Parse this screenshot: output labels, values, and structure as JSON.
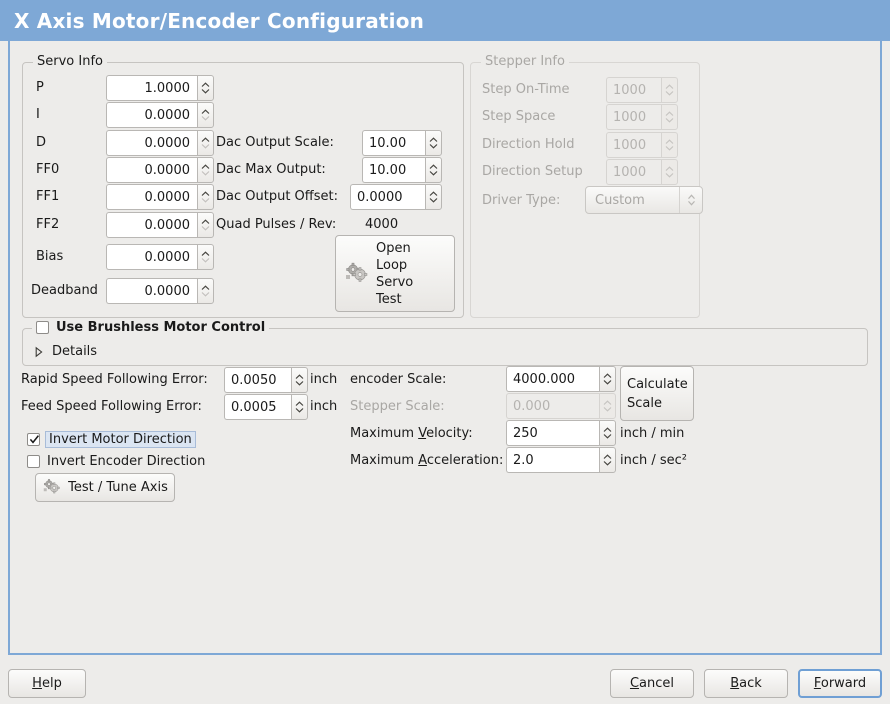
{
  "window": {
    "title": "X Axis Motor/Encoder Configuration",
    "title_bg": "#7ea8d6",
    "panel_border": "#7ea8d6",
    "background": "#edecea"
  },
  "servo_info": {
    "frame_label": "Servo Info",
    "fields": [
      {
        "label": "P",
        "value": "1.0000"
      },
      {
        "label": "I",
        "value": "0.0000"
      },
      {
        "label": "D",
        "value": "0.0000"
      },
      {
        "label": "FF0",
        "value": "0.0000"
      },
      {
        "label": "FF1",
        "value": "0.0000"
      },
      {
        "label": "FF2",
        "value": "0.0000"
      },
      {
        "label": "Bias",
        "value": "0.0000"
      },
      {
        "label": "Deadband",
        "value": "0.0000"
      }
    ],
    "dac": [
      {
        "label": "Dac Output Scale:",
        "value": "10.00"
      },
      {
        "label": "Dac Max Output:",
        "value": "10.00"
      },
      {
        "label": "Dac Output Offset:",
        "value": "0.0000"
      }
    ],
    "quad_pulses_label": "Quad Pulses / Rev:",
    "quad_pulses_value": "4000",
    "open_loop_button": "Open\nLoop\nServo\nTest",
    "open_loop_lines": [
      "Open",
      "Loop",
      "Servo",
      "Test"
    ]
  },
  "stepper_info": {
    "frame_label": "Stepper Info",
    "disabled": true,
    "fields": [
      {
        "label": "Step On-Time",
        "value": "1000"
      },
      {
        "label": "Step Space",
        "value": "1000"
      },
      {
        "label": "Direction Hold",
        "value": "1000"
      },
      {
        "label": "Direction Setup",
        "value": "1000"
      }
    ],
    "driver_type_label": "Driver Type:",
    "driver_type_value": "Custom"
  },
  "brushless": {
    "checkbox_label": "Use Brushless Motor Control",
    "checked": false,
    "details_label": "Details",
    "details_expanded": false
  },
  "tuning": {
    "rapid_following_error_label": "Rapid Speed Following Error:",
    "rapid_following_error_value": "0.0050",
    "rapid_following_error_unit": "inch",
    "feed_following_error_label": "Feed Speed Following Error:",
    "feed_following_error_value": "0.0005",
    "feed_following_error_unit": "inch",
    "invert_motor_label": "Invert Motor Direction",
    "invert_motor_checked": true,
    "invert_encoder_label": "Invert Encoder Direction",
    "invert_encoder_checked": false,
    "test_tune_button": "Test / Tune Axis"
  },
  "scales": {
    "encoder_scale_label": "encoder Scale:",
    "encoder_scale_value": "4000.000",
    "stepper_scale_label": "Stepper Scale:",
    "stepper_scale_value": "0.000",
    "stepper_scale_disabled": true,
    "max_velocity_label_pre": "Maximum ",
    "max_velocity_label_mn": "V",
    "max_velocity_label_post": "elocity:",
    "max_velocity_value": "250",
    "max_velocity_unit": "inch / min",
    "max_accel_label_pre": "Maximum ",
    "max_accel_label_mn": "A",
    "max_accel_label_post": "cceleration:",
    "max_accel_value": "2.0",
    "max_accel_unit": "inch / sec²",
    "calculate_button_lines": [
      "Calculate",
      "Scale"
    ]
  },
  "actions": {
    "help": {
      "pre": "",
      "mn": "H",
      "post": "elp"
    },
    "cancel": {
      "pre": "",
      "mn": "C",
      "post": "ancel"
    },
    "back": {
      "pre": "",
      "mn": "B",
      "post": "ack"
    },
    "forward": {
      "pre": "",
      "mn": "F",
      "post": "orward",
      "focused": true
    }
  }
}
